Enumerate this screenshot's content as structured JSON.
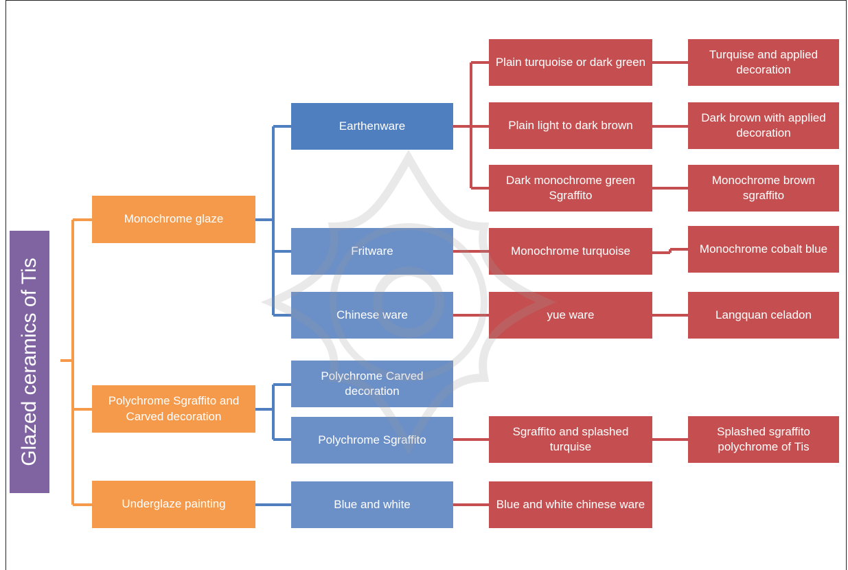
{
  "root": {
    "label": "Glazed ceramics of Tis"
  },
  "level1": [
    {
      "id": "monochrome",
      "label": "Monochrome glaze"
    },
    {
      "id": "polychrome",
      "label": "Polychrome Sgraffito and Carved decoration"
    },
    {
      "id": "underglaze",
      "label": "Underglaze painting"
    }
  ],
  "level2": [
    {
      "id": "earthenware",
      "label": "Earthenware"
    },
    {
      "id": "fritware",
      "label": "Fritware"
    },
    {
      "id": "chinese",
      "label": "Chinese ware"
    },
    {
      "id": "poly_carved",
      "label": "Polychrome Carved decoration"
    },
    {
      "id": "poly_sgraffito",
      "label": "Polychrome Sgraffito"
    },
    {
      "id": "blue_white",
      "label": "Blue and white"
    }
  ],
  "level3": [
    {
      "id": "plain_turq",
      "label": "Plain turquoise or dark green"
    },
    {
      "id": "plain_brown",
      "label": "Plain light to dark brown"
    },
    {
      "id": "dark_mono",
      "label": "Dark monochrome green Sgraffito"
    },
    {
      "id": "mono_turq",
      "label": "Monochrome turquoise"
    },
    {
      "id": "yue",
      "label": "yue ware"
    },
    {
      "id": "sgraffito_splashed",
      "label": "Sgraffito and splashed turquise"
    },
    {
      "id": "bw_chinese",
      "label": "Blue and white chinese ware"
    }
  ],
  "level4": [
    {
      "id": "turq_applied",
      "label": "Turquise and applied decoration"
    },
    {
      "id": "dark_brown_applied",
      "label": "Dark brown with applied decoration"
    },
    {
      "id": "mono_brown",
      "label": "Monochrome  brown sgraffito"
    },
    {
      "id": "mono_cobalt",
      "label": "Monochrome cobalt blue"
    },
    {
      "id": "langquan",
      "label": "Langquan celadon"
    },
    {
      "id": "splashed_poly",
      "label": "Splashed sgraffito polychrome of Tis"
    }
  ],
  "colors": {
    "root": "#8064a2",
    "level1": "#f59a4a",
    "level2": "#4f7fbf",
    "level3": "#c54f50",
    "connector_orange": "#f59a4a",
    "connector_blue": "#4f7fbf",
    "connector_red": "#c54f50"
  }
}
